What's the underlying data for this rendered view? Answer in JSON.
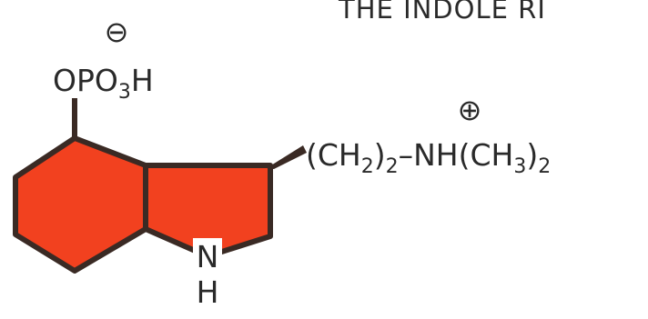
{
  "heading": "THE INDOLE RI",
  "phosphate": {
    "charge": "⊖",
    "label_main": "OPO",
    "label_sub": "3",
    "label_end": "H"
  },
  "side_chain": {
    "charge": "⊕",
    "part1": "(CH",
    "sub1": "2",
    "part2": ")",
    "sub2": "2",
    "part3": "–NH(CH",
    "sub3": "3",
    "part4": ")",
    "sub4": "2"
  },
  "ring_nitrogen": {
    "n": "N",
    "h": "H"
  },
  "colors": {
    "ring_fill": "#f2411f",
    "ring_stroke": "#3a2a24",
    "text": "#2a2a2a",
    "background": "#ffffff"
  }
}
